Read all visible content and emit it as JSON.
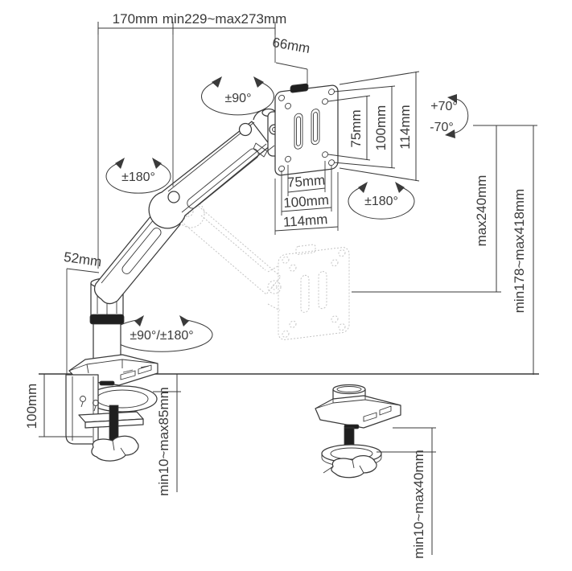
{
  "colors": {
    "ink": "#3a3a3a",
    "ghost": "#c4c4c4",
    "black_parts": "#1f1f1f",
    "background": "#ffffff"
  },
  "diagram": {
    "top_dimensions": {
      "lower_arm_reach": "170mm",
      "upper_arm_reach": "min229~max273mm",
      "head_offset": "66mm"
    },
    "rotation": {
      "head_swivel": "±90°",
      "elbow_rotation": "±180°",
      "vesa_rotation": "±180°",
      "base_rotation": "±90°/±180°",
      "tilt_up": "+70°",
      "tilt_down": "-70°"
    },
    "vesa_plate": {
      "vertical": [
        "75mm",
        "100mm",
        "114mm"
      ],
      "horizontal": [
        "75mm",
        "100mm",
        "114mm"
      ]
    },
    "height": {
      "gas_lift_range": "max240mm",
      "total_height_range": "min178~max418mm",
      "pole_offset": "52mm"
    },
    "clamp": {
      "bracket_height": "100mm",
      "desk_thickness_range": "min10~max85mm"
    },
    "grommet": {
      "desk_thickness_range": "min10~max40mm"
    }
  }
}
